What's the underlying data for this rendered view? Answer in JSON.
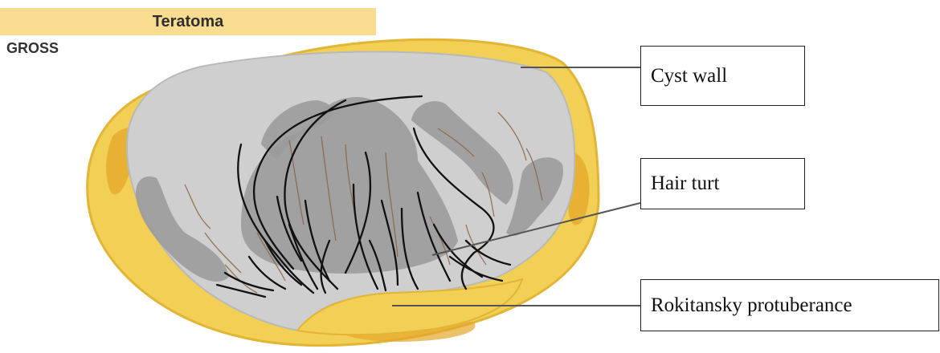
{
  "header": {
    "banner_title": "Teratoma",
    "section_label": "GROSS"
  },
  "labels": {
    "cyst_wall": "Cyst wall",
    "hair_tuft": "Hair turt",
    "rokitansky": "Rokitansky protuberance"
  },
  "colors": {
    "banner": "#f8dd91",
    "wall_yellow": "#f2cf55",
    "wall_orange": "#e4a72a",
    "cavity_gray": "#cfcfcf",
    "inner_gray": "#9b9b9b",
    "hair_black": "#111111",
    "hair_brown": "#8b6542"
  }
}
